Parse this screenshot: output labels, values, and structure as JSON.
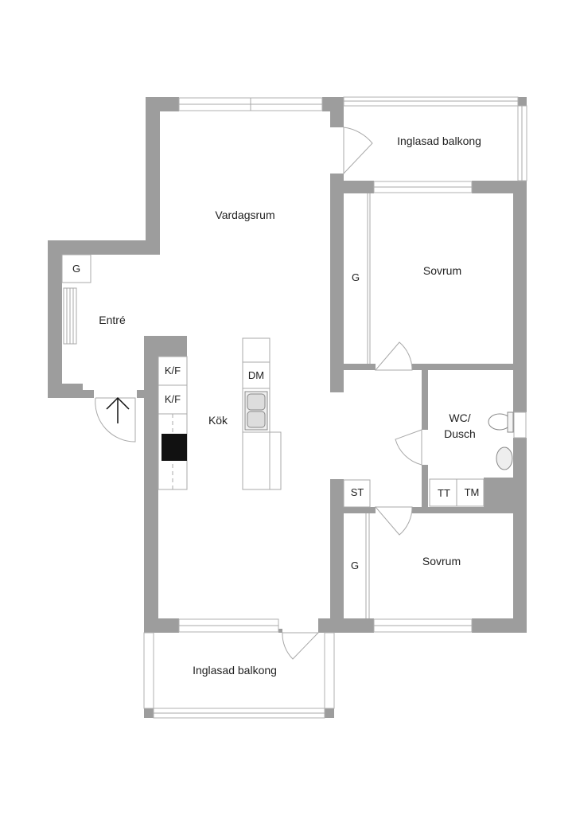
{
  "rooms": {
    "living_room": "Vardagsrum",
    "balcony_top": "Inglasad balkong",
    "balcony_bottom": "Inglasad balkong",
    "bedroom_1": "Sovrum",
    "bedroom_2": "Sovrum",
    "entrance": "Entré",
    "kitchen": "Kök",
    "bathroom_line1": "WC/",
    "bathroom_line2": "Dusch"
  },
  "fixtures": {
    "wardrobe_entrance": "G",
    "wardrobe_bedroom_1": "G",
    "wardrobe_bedroom_2": "G",
    "fridge_freezer_1": "K/F",
    "fridge_freezer_2": "K/F",
    "dishwasher": "DM",
    "storage": "ST",
    "dryer": "TT",
    "washer": "TM"
  },
  "colors": {
    "wall": "#9d9d9d",
    "stove": "#111111"
  }
}
